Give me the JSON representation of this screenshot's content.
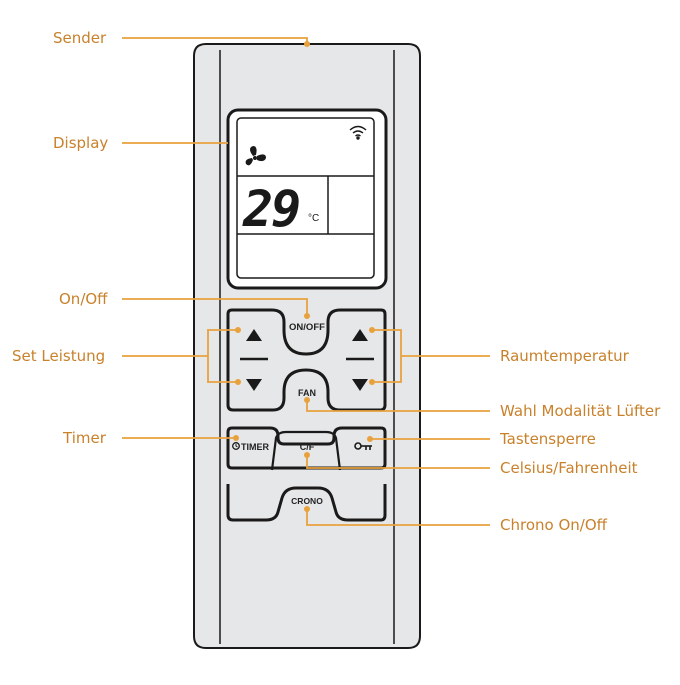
{
  "labels": {
    "sender": "Sender",
    "display": "Display",
    "on_off": "On/Off",
    "set_leistung": "Set Leistung",
    "timer": "Timer",
    "raumtemperatur": "Raumtemperatur",
    "wahl_modalitaet_luefter": "Wahl Modalität Lüfter",
    "tastensperre": "Tastensperre",
    "celsius_fahrenheit": "Celsius/Fahrenheit",
    "chrono_on_off": "Chrono On/Off"
  },
  "display": {
    "temperature": "29",
    "unit": "°C",
    "fan_icon": "fan-icon",
    "signal_icon": "wifi-icon"
  },
  "buttons": {
    "on_off": "ON/OFF",
    "fan": "FAN",
    "timer": "TIMER",
    "cf": "C/F",
    "crono": "CRONO",
    "lock_icon": "key-icon",
    "up_icon": "triangle-up-icon",
    "down_icon": "triangle-down-icon"
  },
  "colors": {
    "accent": "#E8A13C",
    "label": "#C9812B",
    "remote_body": "#E6E7E8",
    "outline": "#1A1A1A"
  }
}
